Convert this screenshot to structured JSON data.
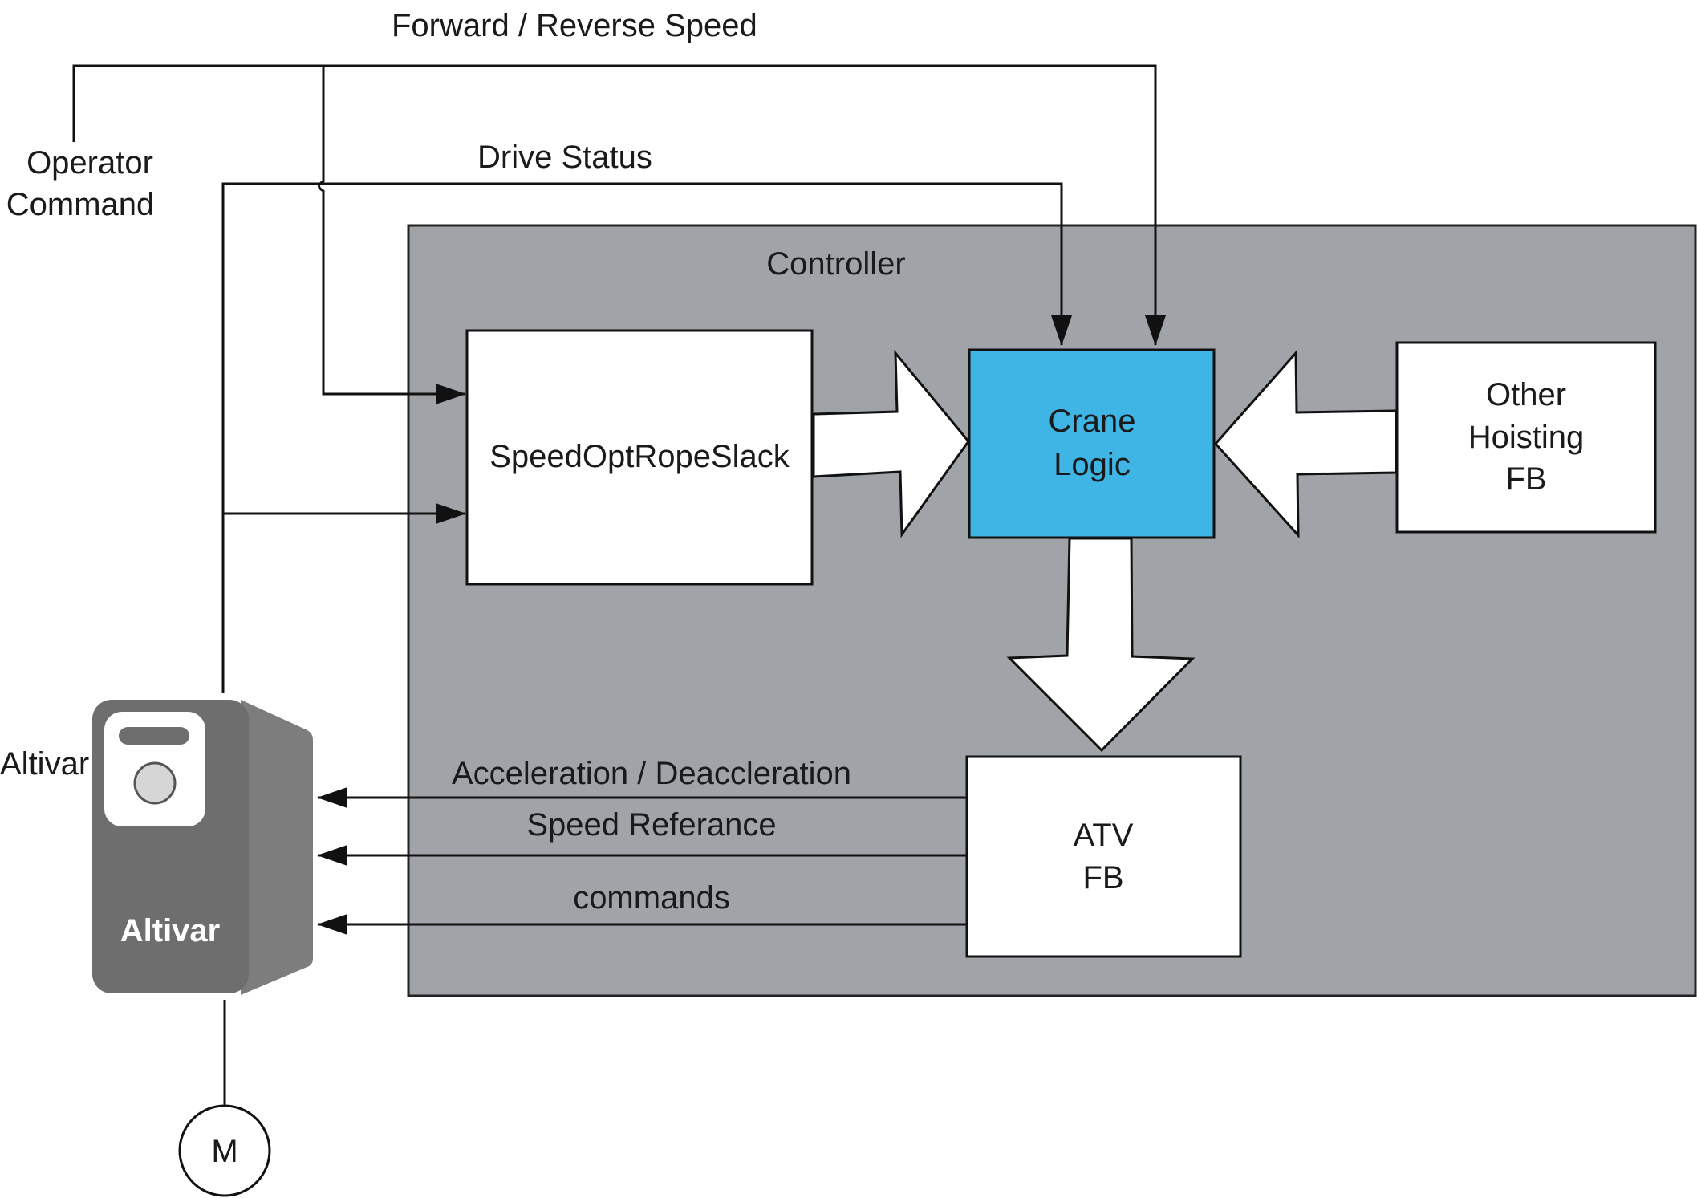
{
  "labels": {
    "forward_reverse": "Forward / Reverse Speed",
    "operator_line1": "Operator",
    "operator_line2": "Command",
    "drive_status": "Drive Status",
    "controller": "Controller",
    "altivar_side": "Altivar",
    "accel": "Acceleration / Deaccleration",
    "speed_ref": "Speed Referance",
    "commands": "commands"
  },
  "blocks": {
    "speedopt": "SpeedOptRopeSlack",
    "crane_line1": "Crane",
    "crane_line2": "Logic",
    "other_line1": "Other",
    "other_line2": "Hoisting",
    "other_line3": "FB",
    "atv_line1": "ATV",
    "atv_line2": "FB"
  },
  "device": {
    "brand": "Altivar",
    "motor": "M"
  },
  "colors": {
    "controller_fill": "#a0a3a7",
    "crane_logic_fill": "#3fb5e5",
    "drive_body": "#6e6e6e",
    "drive_side": "#7d7d7d"
  }
}
